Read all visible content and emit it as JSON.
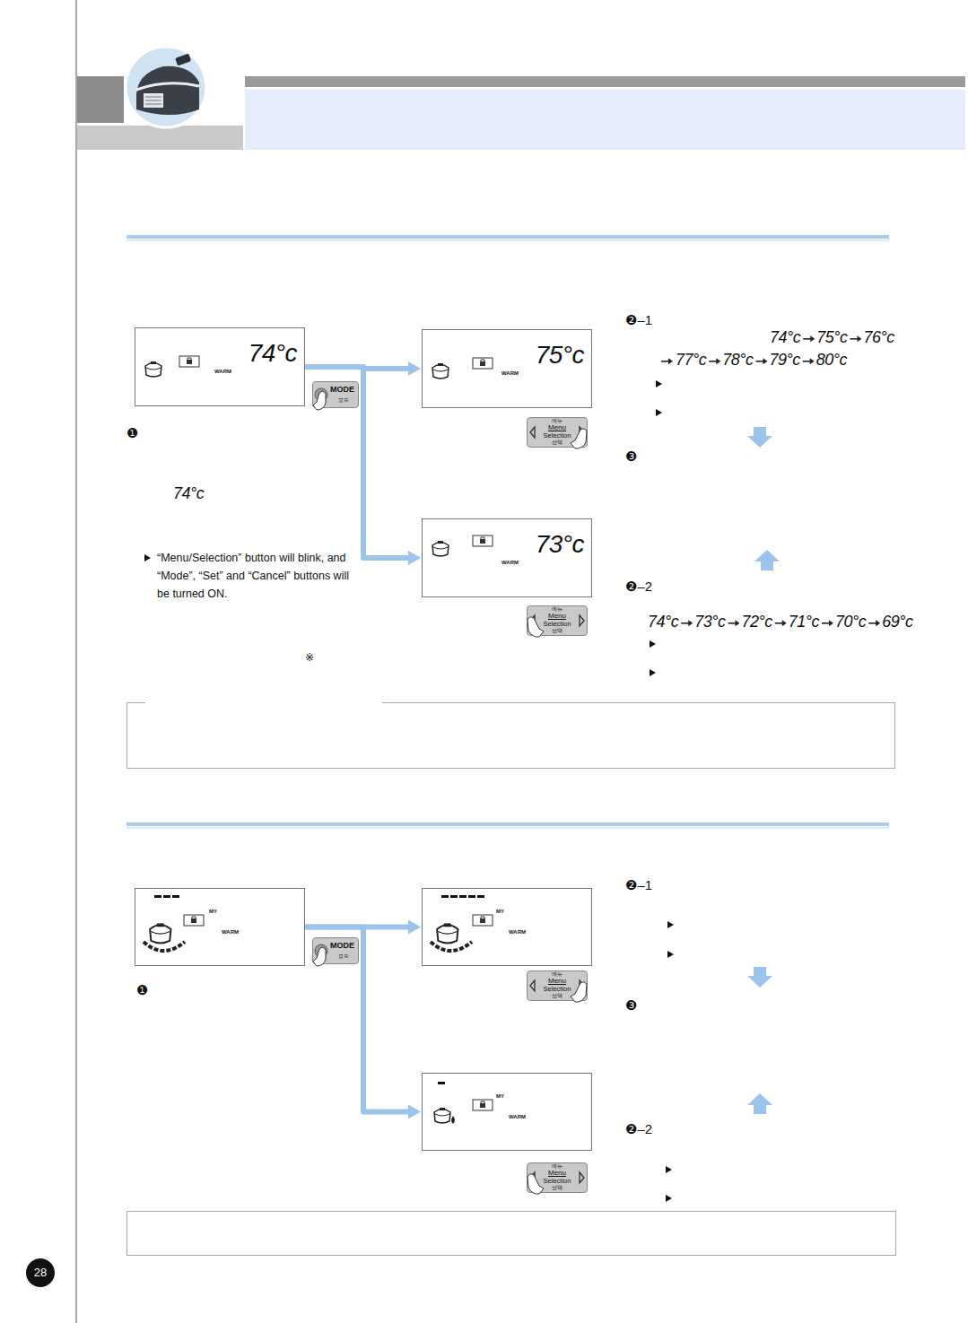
{
  "diagram": {
    "nodes": [
      {
        "text": [
          "74°c",
          "WARM"
        ]
      },
      {
        "text": [
          "MODE",
          "모드"
        ]
      },
      {
        "text": [
          "75°c",
          "WARM"
        ]
      },
      {
        "text": [
          "메뉴",
          "Menu",
          "Selection",
          "선택"
        ]
      },
      {
        "text": [
          "73°c",
          "WARM"
        ]
      },
      {
        "text": [
          "메뉴",
          "Menu",
          "Selection",
          "선택"
        ]
      },
      {
        "text": [
          "MY",
          "WARM"
        ]
      },
      {
        "text": [
          "MODE",
          "모드"
        ]
      },
      {
        "text": [
          "MY",
          "WARM"
        ]
      },
      {
        "text": [
          "메뉴",
          "Menu",
          "Selection",
          "선택"
        ]
      },
      {
        "text": [
          "MY",
          "WARM"
        ]
      },
      {
        "text": [
          "메뉴",
          "Menu",
          "Selection",
          "선택"
        ]
      },
      {
        "text": [
          "28"
        ]
      }
    ],
    "edges": [
      {
        "from": 0,
        "to": 2,
        "arrow": "to"
      },
      {
        "from": 0,
        "to": 4,
        "arrow": "to"
      },
      {
        "from": 6,
        "to": 8,
        "arrow": "to"
      },
      {
        "from": 6,
        "to": 10,
        "arrow": "to"
      }
    ],
    "labels": [
      "❷–1",
      "74°c",
      "75°c",
      "76°c",
      "77°c",
      "78°c",
      "79°c",
      "80°c",
      "❸",
      "❷–2",
      "74°c",
      "73°c",
      "72°c",
      "71°c",
      "70°c",
      "69°c",
      "❶",
      "74°c",
      "“Menu/Selection” button will blink, and “Mode”, “Set” and “Cancel” buttons will be turned ON.",
      "※",
      "❶",
      "❷–1",
      "❸",
      "❷–2"
    ]
  }
}
